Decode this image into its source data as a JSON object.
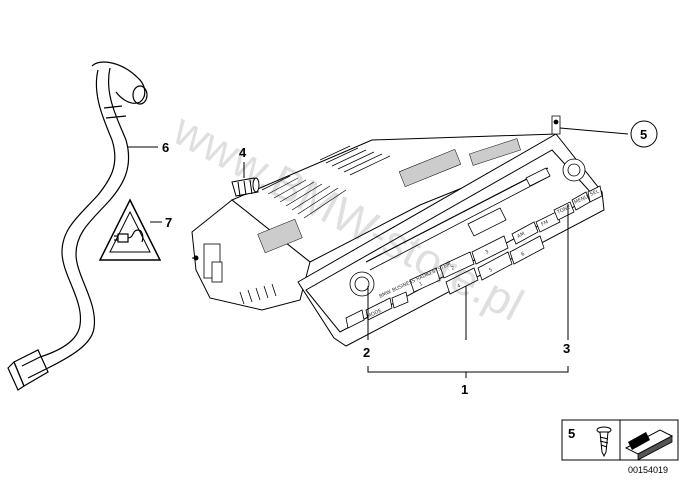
{
  "callouts": {
    "c1": "1",
    "c2": "2",
    "c3": "3",
    "c4": "4",
    "c5": "5",
    "c6": "6",
    "c7": "7"
  },
  "legend": {
    "number": "5"
  },
  "diagram_id": "00154019",
  "watermark": "www.BMW-store.pl",
  "front_panel": {
    "system_label": "BMW BUSINESS RADIO SYSTEM",
    "mode_label": "MODE",
    "preset_labels": [
      "1",
      "2",
      "3",
      "4",
      "5",
      "6"
    ],
    "am_label": "AM",
    "fm_label": "FM",
    "side_labels": [
      "TONE",
      "MENU",
      "SEL"
    ]
  }
}
